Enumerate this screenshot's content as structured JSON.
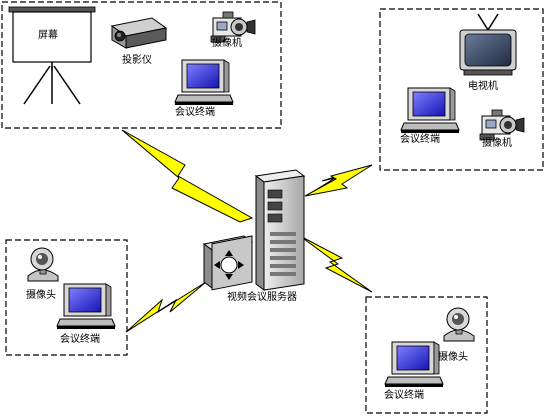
{
  "labels": {
    "screen": "屏幕",
    "projector": "投影仪",
    "camera_tl": "摄像机",
    "terminal_tl": "会议终端",
    "tv": "电视机",
    "terminal_tr": "会议终端",
    "camera_tr": "摄像机",
    "webcam_bl": "摄像头",
    "terminal_bl": "会议终端",
    "server": "视频会议服务器",
    "webcam_br": "摄像头",
    "terminal_br": "会议终端"
  },
  "colors": {
    "lightning_fill": "#ffff00",
    "lightning_stroke": "#000000",
    "monitor_screen": "#2a2acc",
    "server_body": "#d4d4d4",
    "router_body": "#c8c8c8",
    "tv_screen": "#3b4a66"
  },
  "icons": [
    "projection-screen-icon",
    "projector-icon",
    "video-camera-icon",
    "monitor-icon",
    "tv-icon",
    "webcam-icon",
    "server-icon",
    "router-icon",
    "lightning-link-icon"
  ]
}
